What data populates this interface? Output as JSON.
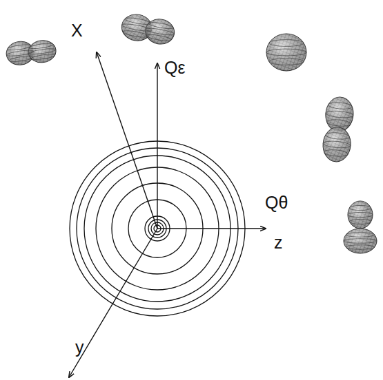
{
  "diagram": {
    "labels": [
      "X",
      "Qε",
      "Qθ",
      "z",
      "y"
    ]
  }
}
